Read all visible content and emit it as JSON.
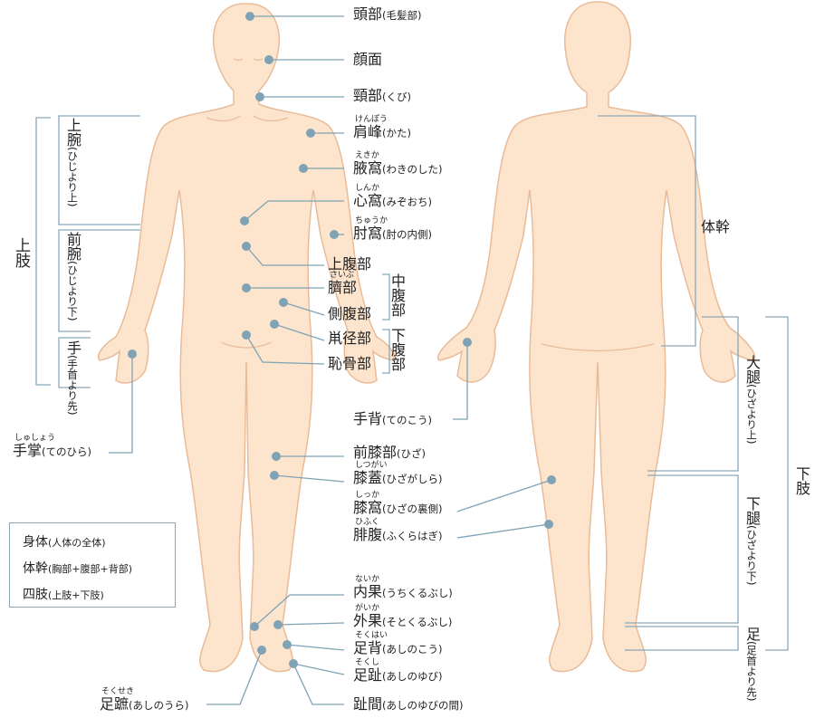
{
  "colors": {
    "skin": "#fce4cd",
    "outline": "#e9bb98",
    "pointer": "#7fa3b5"
  },
  "front_labels": [
    {
      "id": "head",
      "main": "頭部",
      "sub": "(毛髪部)"
    },
    {
      "id": "face",
      "main": "顔面"
    },
    {
      "id": "neck",
      "main": "頸部",
      "sub": "(くび)"
    },
    {
      "id": "shoulder",
      "ruby": "けんぽう",
      "main": "肩峰",
      "sub": "(かた)"
    },
    {
      "id": "axilla",
      "ruby": "えきか",
      "main": "腋窩",
      "sub": "(わきのした)"
    },
    {
      "id": "epigastric-fossa",
      "ruby": "しんか",
      "main": "心窩",
      "sub": "(みぞおち)"
    },
    {
      "id": "cubital-fossa",
      "ruby": "ちゅうか",
      "main": "肘窩",
      "sub": "(肘の内側)"
    },
    {
      "id": "upper-abdomen",
      "main": "上腹部"
    },
    {
      "id": "umbilical",
      "ruby": "さいぶ",
      "main": "臍部"
    },
    {
      "id": "flank",
      "main": "側腹部"
    },
    {
      "id": "groin",
      "main": "鼡径部"
    },
    {
      "id": "pubic",
      "main": "恥骨部"
    },
    {
      "id": "knee",
      "main": "前膝部",
      "sub": "(ひざ)"
    },
    {
      "id": "patella",
      "ruby": "しつがい",
      "main": "膝蓋",
      "sub": "(ひざがしら)"
    },
    {
      "id": "popliteal",
      "ruby": "しっか",
      "main": "膝窩",
      "sub": "(ひざの裏側)"
    },
    {
      "id": "calf",
      "ruby": "ひふく",
      "main": "腓腹",
      "sub": "(ふくらはぎ)"
    },
    {
      "id": "medial-malleolus",
      "ruby": "ないか",
      "main": "内果",
      "sub": "(うちくるぶし)"
    },
    {
      "id": "lateral-malleolus",
      "ruby": "がいか",
      "main": "外果",
      "sub": "(そとくるぶし)"
    },
    {
      "id": "dorsum-foot",
      "ruby": "そくはい",
      "main": "足背",
      "sub": "(あしのこう)"
    },
    {
      "id": "toes",
      "ruby": "そくし",
      "main": "足趾",
      "sub": "(あしのゆび)"
    },
    {
      "id": "interdigital",
      "main": "趾間",
      "sub": "(あしのゆびの間)"
    },
    {
      "id": "back-of-hand",
      "main": "手背",
      "sub": "(てのこう)"
    },
    {
      "id": "palm",
      "ruby": "しゅしょう",
      "main": "手掌",
      "sub": "(てのひら)"
    },
    {
      "id": "sole",
      "ruby": "そくせき",
      "main": "足蹠",
      "sub": "(あしのうら)"
    }
  ],
  "groups": {
    "mid_abdomen": "中腹部",
    "lower_abdomen": "下腹部",
    "upper_limb": "上肢",
    "upper_arm": "上腕",
    "upper_arm_sub": "(ひじより上)",
    "forearm": "前腕",
    "forearm_sub": "(ひじより下)",
    "hand": "手",
    "hand_sub": "(手首より先)",
    "trunk": "体幹",
    "lower_limb": "下肢",
    "thigh": "大腿",
    "thigh_sub": "(ひざより上)",
    "lower_leg": "下腿",
    "lower_leg_sub": "(ひざより下)",
    "foot": "足",
    "foot_sub": "(足首より先)"
  },
  "legend": [
    {
      "main": "身体",
      "sub": "(人体の全体)"
    },
    {
      "main": "体幹",
      "sub": "(胸部+腹部+背部)"
    },
    {
      "main": "四肢",
      "sub": "(上肢+下肢)"
    }
  ]
}
